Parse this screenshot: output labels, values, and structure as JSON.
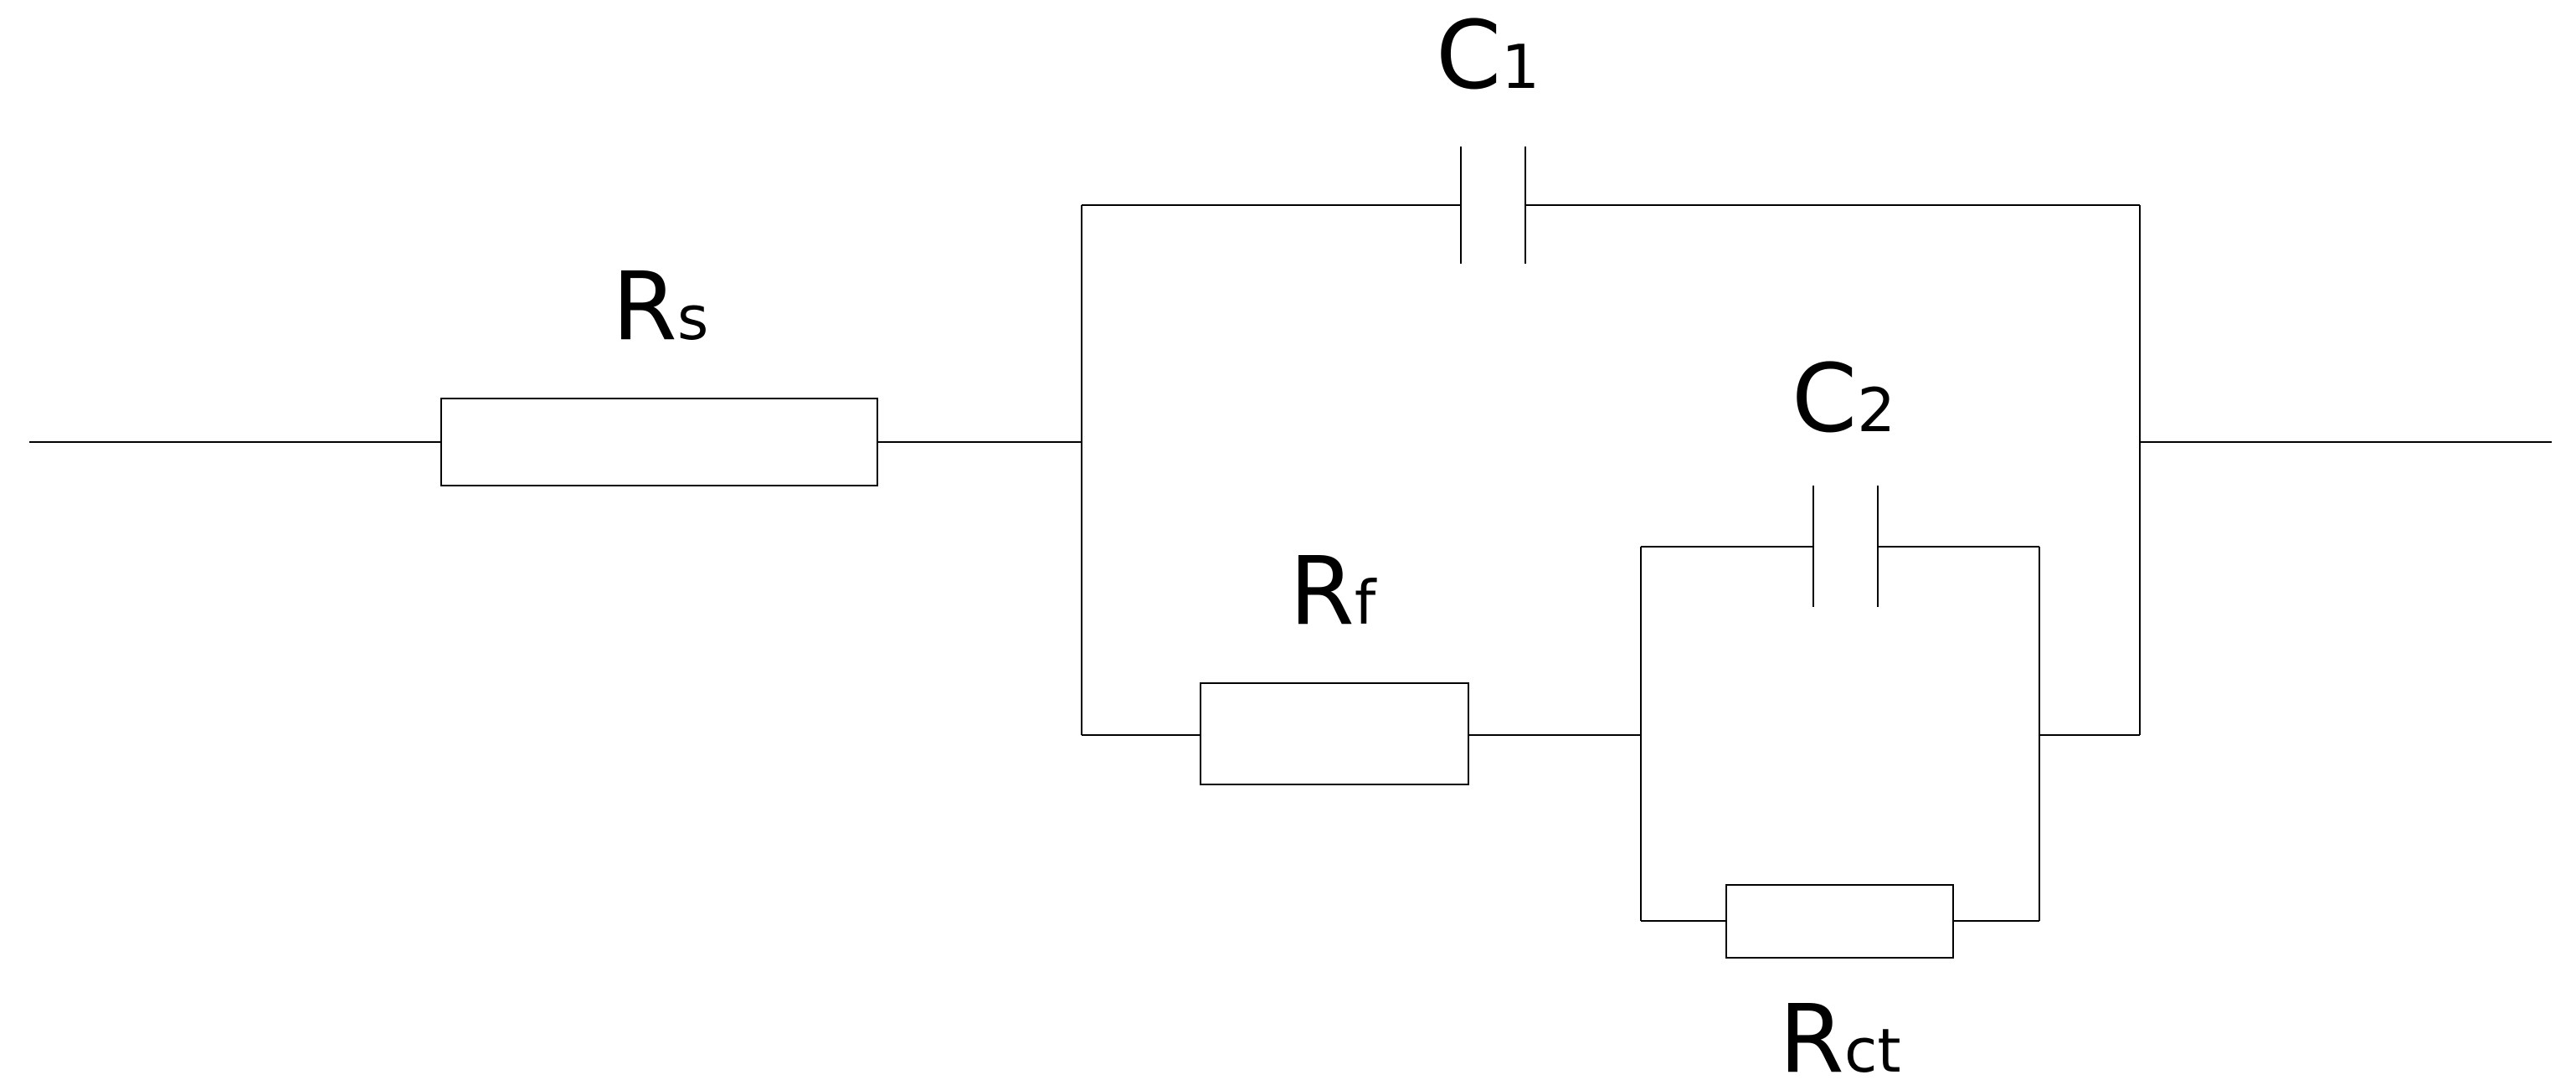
{
  "diagram": {
    "components": {
      "rs": {
        "letter": "R",
        "subscript": "s"
      },
      "rf": {
        "letter": "R",
        "subscript": "f"
      },
      "rct": {
        "letter": "R",
        "subscript": "ct"
      },
      "c1": {
        "letter": "C",
        "subscript": "1"
      },
      "c2": {
        "letter": "C",
        "subscript": "2"
      }
    }
  },
  "colors": {
    "line": "#000000",
    "background": "#ffffff"
  }
}
